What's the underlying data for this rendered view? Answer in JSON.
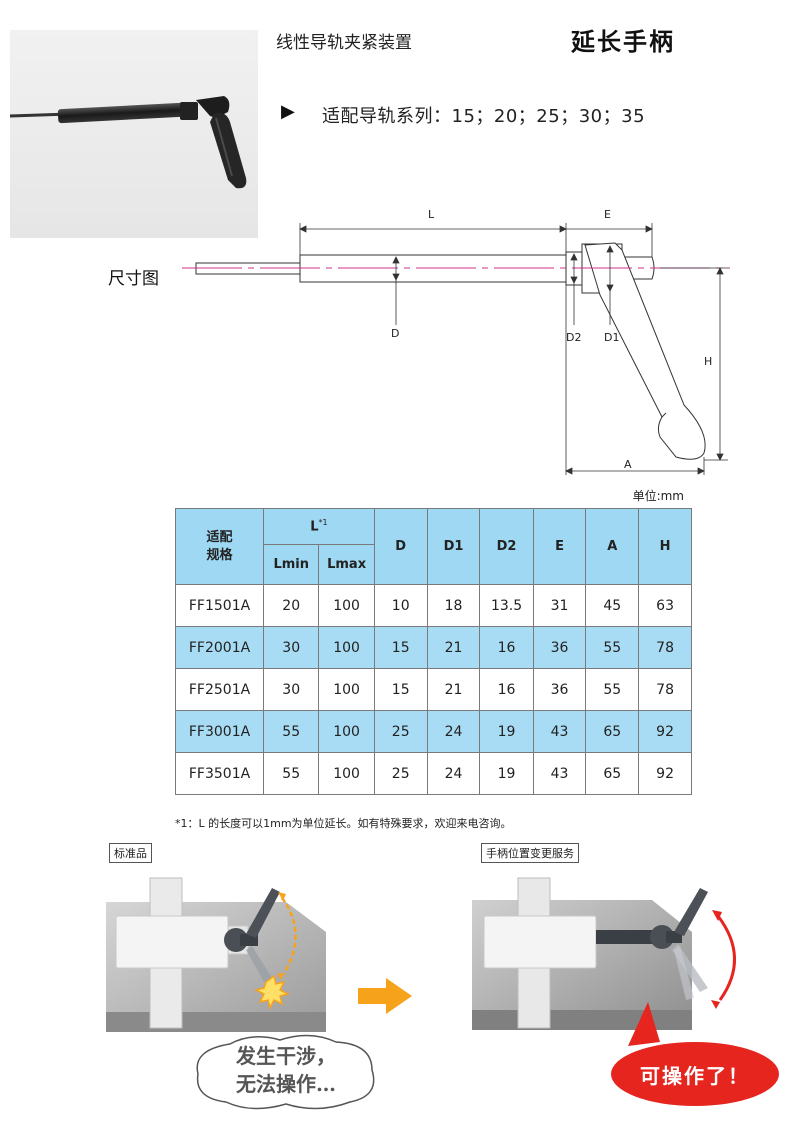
{
  "header": {
    "subtitle": "线性导轨夹紧装置",
    "title": "延长手柄",
    "bullet_icon": "right-triangle-icon",
    "series_label": "适配导轨系列：15；20；25；30；35"
  },
  "drawing": {
    "section_label": "尺寸图",
    "labels": {
      "L": "L",
      "E": "E",
      "D": "D",
      "D2": "D2",
      "D1": "D1",
      "H": "H",
      "A": "A"
    }
  },
  "table": {
    "unit": "单位:mm",
    "headers": {
      "spec": "适配\n规格",
      "L": "L",
      "L_note": "*1",
      "Lmin": "Lmin",
      "Lmax": "Lmax",
      "D": "D",
      "D1": "D1",
      "D2": "D2",
      "E": "E",
      "A": "A",
      "H": "H"
    },
    "rows": [
      [
        "FF1501A",
        "20",
        "100",
        "10",
        "18",
        "13.5",
        "31",
        "45",
        "63"
      ],
      [
        "FF2001A",
        "30",
        "100",
        "15",
        "21",
        "16",
        "36",
        "55",
        "78"
      ],
      [
        "FF2501A",
        "30",
        "100",
        "15",
        "21",
        "16",
        "36",
        "55",
        "78"
      ],
      [
        "FF3001A",
        "55",
        "100",
        "25",
        "24",
        "19",
        "43",
        "65",
        "92"
      ],
      [
        "FF3501A",
        "55",
        "100",
        "25",
        "24",
        "19",
        "43",
        "65",
        "92"
      ]
    ]
  },
  "footnote": "*1：L 的长度可以1mm为单位延长。如有特殊要求，欢迎来电咨询。",
  "comparison": {
    "left_tag": "标准品",
    "right_tag": "手柄位置变更服务",
    "left_bubble_line1": "发生干涉，",
    "left_bubble_line2": "无法操作…",
    "right_bubble": "可操作了！"
  },
  "colors": {
    "table_header": "#9fd8f2",
    "table_highlight": "#a8dcf4",
    "arrow_orange": "#f7a21b",
    "ok_red": "#e5251e",
    "centerline_magenta": "#d0308a"
  }
}
